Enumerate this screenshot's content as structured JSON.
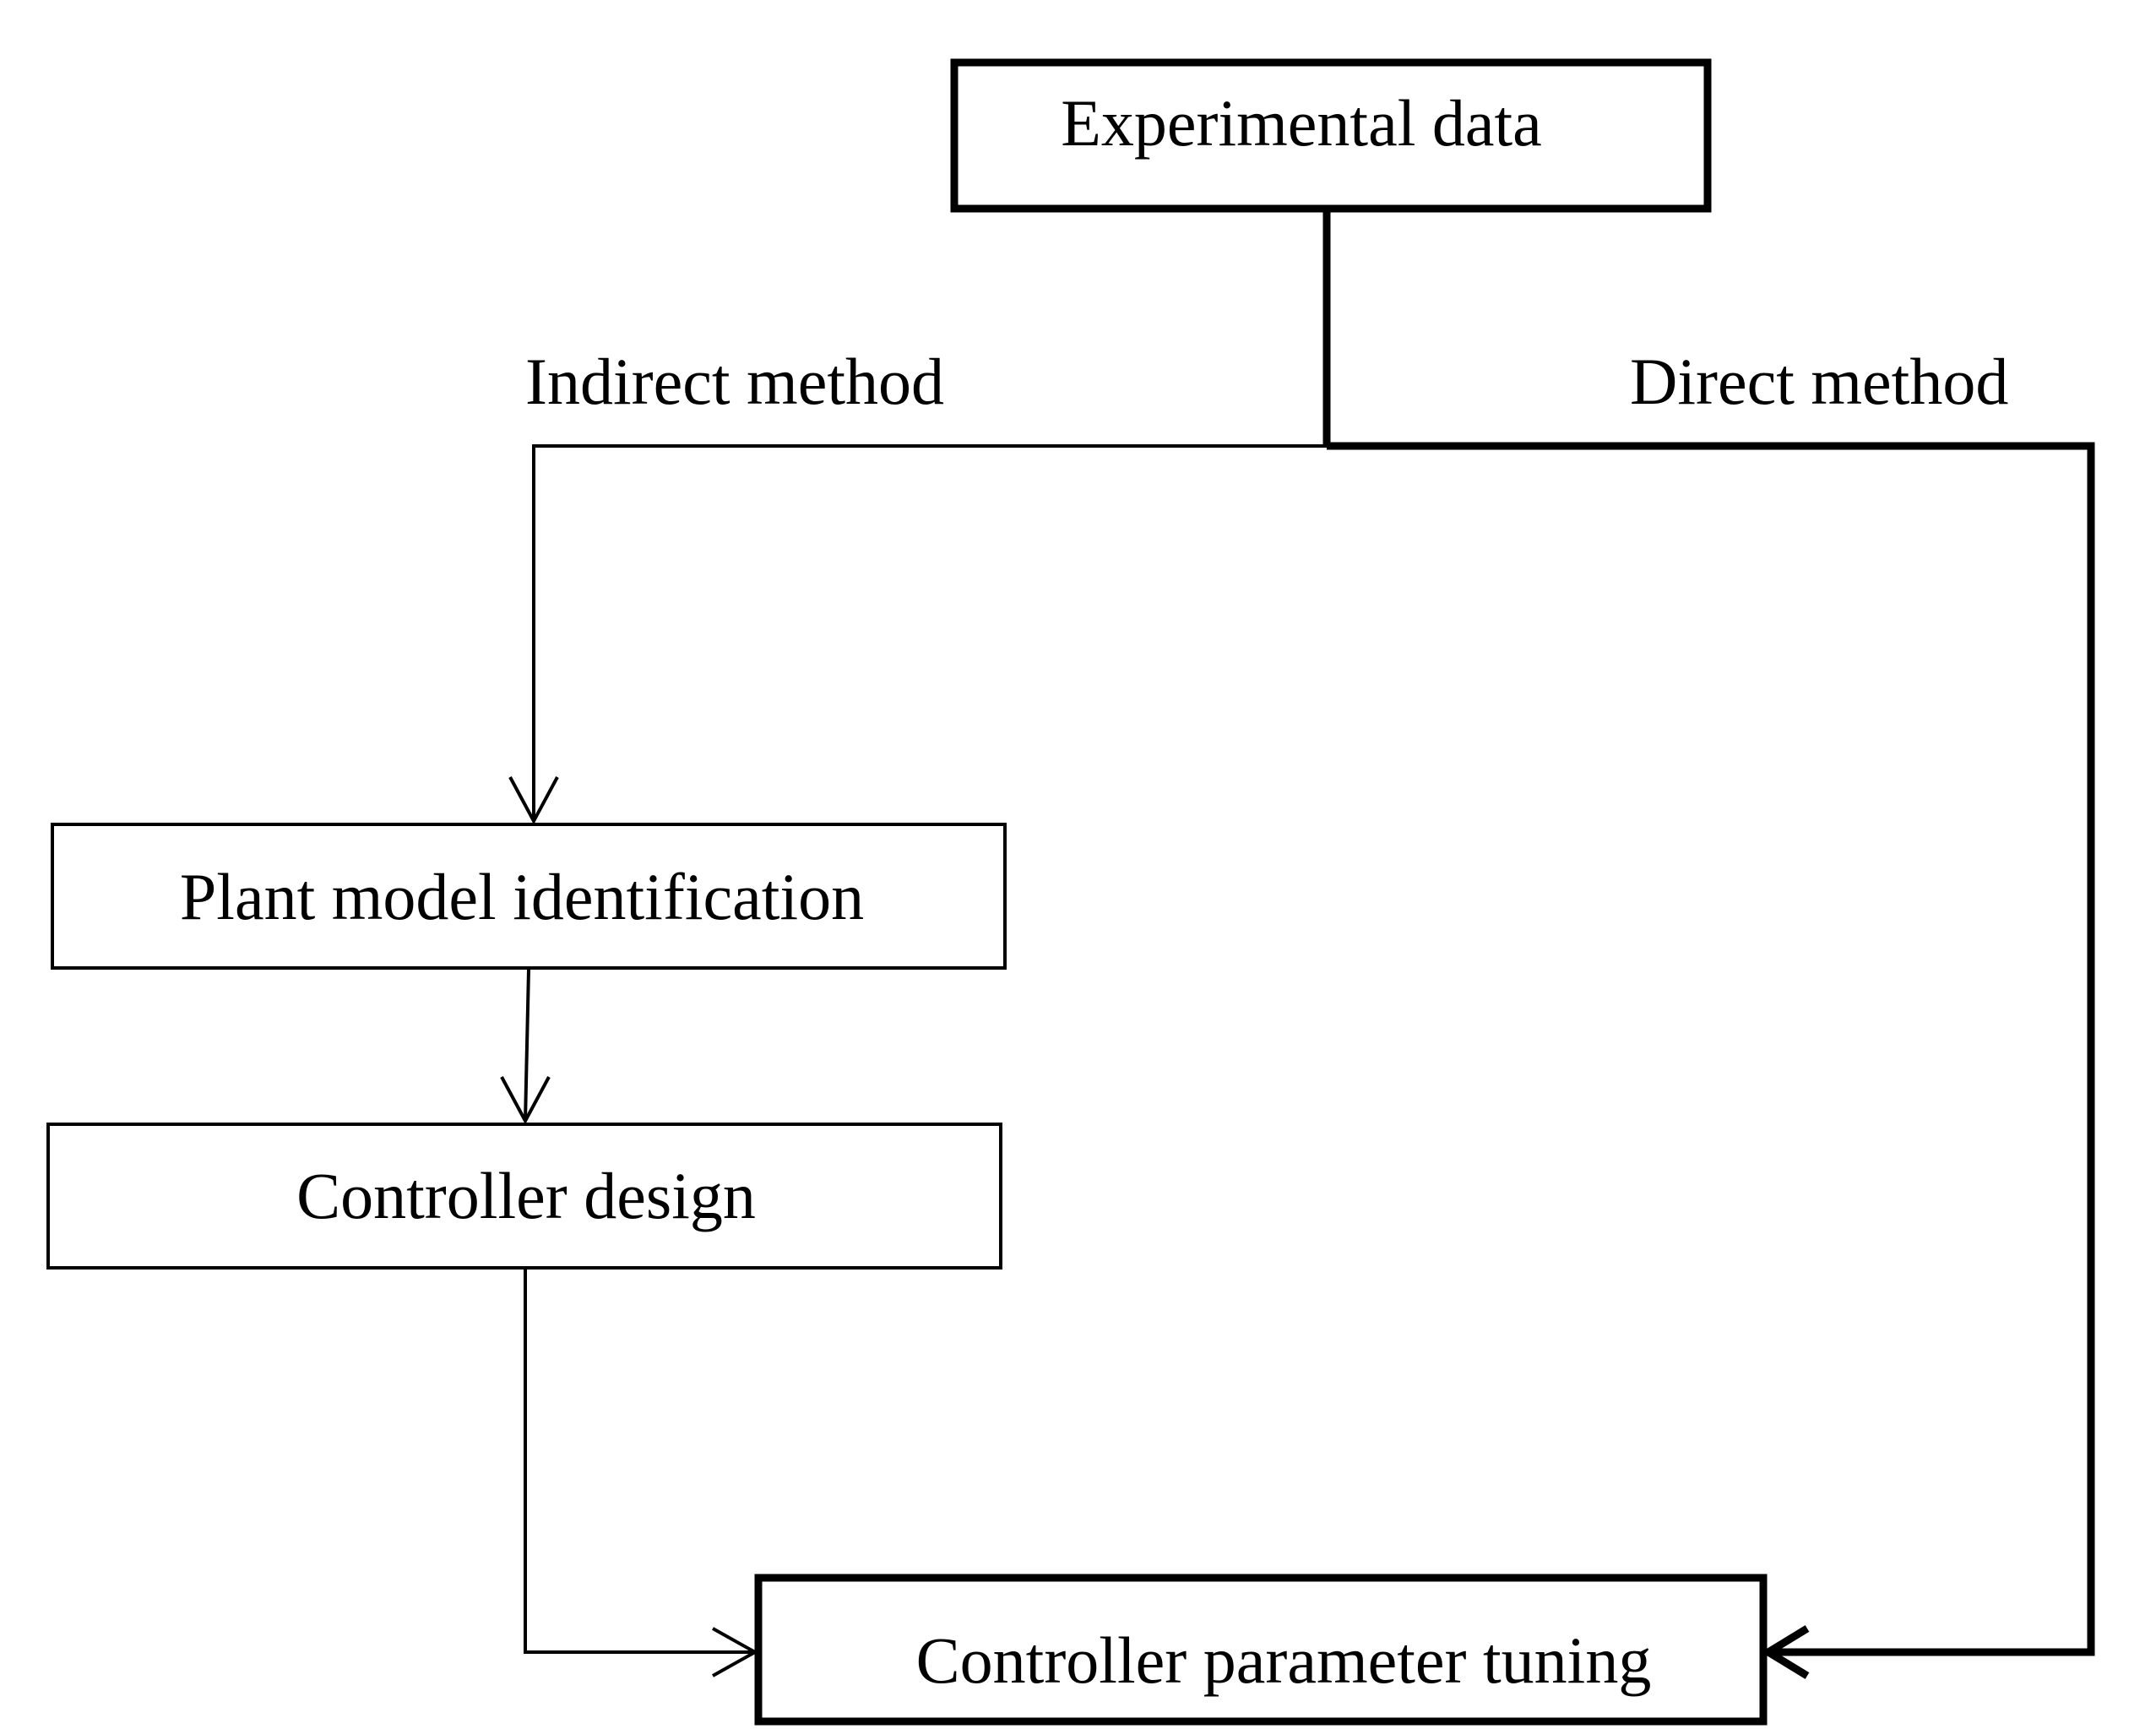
{
  "diagram": {
    "nodes": {
      "experimental_data": "Experimental data",
      "plant_model_identification": "Plant model identification",
      "controller_design": "Controller design",
      "controller_parameter_tuning": "Controller parameter tuning"
    },
    "edge_labels": {
      "indirect_method": "Indirect method",
      "direct_method": "Direct method"
    },
    "colors": {
      "stroke": "#000000",
      "background": "#ffffff"
    }
  }
}
